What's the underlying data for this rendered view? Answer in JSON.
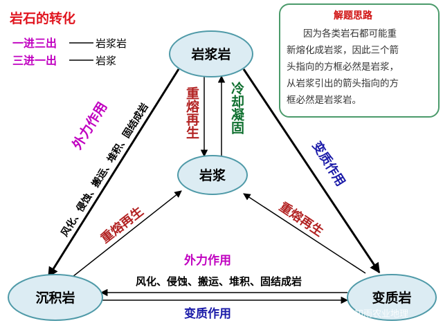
{
  "title": "岩石的转化",
  "legend": [
    {
      "label": "一进三出",
      "target": "岩浆岩"
    },
    {
      "label": "三进一出",
      "target": "岩浆"
    }
  ],
  "note": {
    "heading": "解题思路",
    "lines": [
      "因为各类岩石都可能重",
      "新熔化成岩浆，因此三个箭",
      "头指向的方框必然是岩浆，",
      "从岩浆引出的箭头指向的方",
      "框必然是岩浆岩。"
    ]
  },
  "nodes": {
    "magmatic_rock": "岩浆岩",
    "magma": "岩浆",
    "sedimentary_rock": "沉积岩",
    "metamorphic_rock": "变质岩"
  },
  "labels": {
    "remelt_left": "重熔再生",
    "cool_solidify": "冷却凝固",
    "external_force_left": "外力作用",
    "processes_left": "风化、侵蚀、搬运、堆积、固结成岩",
    "remelt_sed": "重熔再生",
    "metamorphism_right": "变质作用",
    "remelt_meta": "重熔再生",
    "external_force_bottom": "外力作用",
    "processes_bottom": "风化、侵蚀、搬运、堆积、固结成岩",
    "metamorphism_bottom": "变质作用"
  },
  "watermark": "知雨农业地理",
  "colors": {
    "title": "#e0141e",
    "magenta": "#c000c0",
    "dark_red": "#b22222",
    "green": "#107030",
    "blue": "#1a1aa8",
    "note_text": "#333333",
    "note_heading": "#d01010",
    "note_border": "#4a9a6a",
    "note_bg": "#ffffff",
    "node_fill": "#dcecf3",
    "node_stroke": "#4f9aa8"
  }
}
